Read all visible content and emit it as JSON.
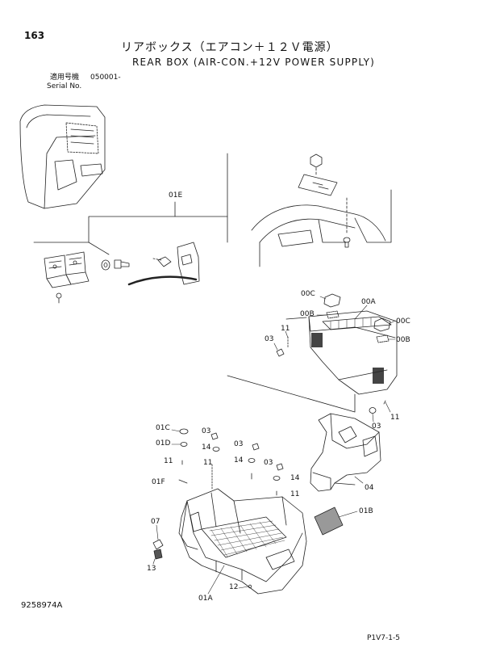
{
  "header": {
    "page_number": "163",
    "title_jp": "リアボックス（エアコン＋１２Ｖ電源）",
    "title_en": "REAR BOX (AIR-CON.+12V POWER SUPPLY)",
    "serial_label_jp": "適用号機",
    "serial_value": "050001-",
    "serial_label_en": "Serial No."
  },
  "footer": {
    "doc_number": "9258974A",
    "page_ref": "P1V7-1-5"
  },
  "callouts": {
    "c01E": "01E",
    "c00C_a": "00C",
    "c00A": "00A",
    "c00B_a": "00B",
    "c00C_b": "00C",
    "c00B_b": "00B",
    "c11_a": "11",
    "c03_a": "03",
    "c03_b": "03",
    "c11_b": "11",
    "c01C": "01C",
    "c01D": "01D",
    "c03_c": "03",
    "c14_a": "14",
    "c03_d": "03",
    "c11_c": "11",
    "c11_d": "11",
    "c14_b": "14",
    "c01F": "01F",
    "c03_e": "03",
    "c14_c": "14",
    "c11_e": "11",
    "c04": "04",
    "c01B": "01B",
    "c07": "07",
    "c13": "13",
    "c12": "12",
    "c01A": "01A"
  }
}
